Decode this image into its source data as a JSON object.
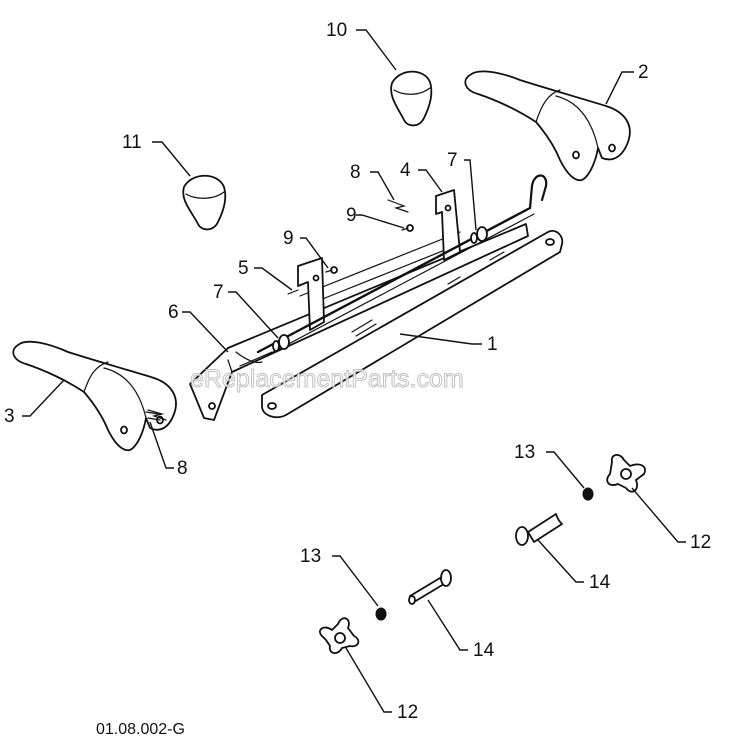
{
  "drawing_code": "01.08.002-G",
  "watermark": "eReplacementParts.com",
  "callouts": {
    "c1": "1",
    "c2": "2",
    "c3": "3",
    "c4": "4",
    "c5": "5",
    "c6": "6",
    "c7a": "7",
    "c7b": "7",
    "c8a": "8",
    "c8b": "8",
    "c9a": "9",
    "c9b": "9",
    "c10": "10",
    "c11": "11",
    "c12a": "12",
    "c12b": "12",
    "c13a": "13",
    "c13b": "13",
    "c14a": "14",
    "c14b": "14"
  }
}
